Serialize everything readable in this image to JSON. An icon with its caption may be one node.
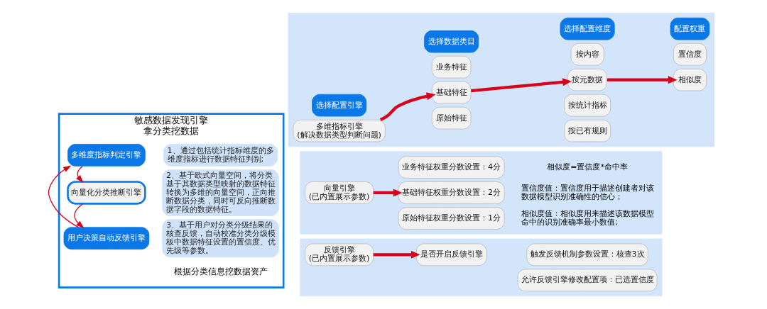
{
  "diagram": {
    "nodes": [
      {
        "text": [
          "敏感数据发现引擎",
          "拿分类挖数据",
          "根据分类信息挖数据资产"
        ]
      },
      {
        "text": [
          "多维度指标判定引擎"
        ],
        "in": 0
      },
      {
        "text": [
          "1、通过包括统计指标维度的多维度指标进行数据特征判别;"
        ],
        "in": 0
      },
      {
        "text": [
          "向量化分类推断引擎"
        ],
        "in": 0
      },
      {
        "text": [
          "2、基于欧式向量空间，将分类基于其数据类型映射的数据特征转换为多维的向量空间，正向推断数据分类，同时可反向推断数据字段的数据特征。"
        ],
        "in": 0
      },
      {
        "text": [
          "用户决策自动反馈引擎"
        ],
        "in": 0
      },
      {
        "text": [
          "3、基于用户对分类分级结果的核查反馈，自动校准分类分级模板中数据特征设置的置信度、优先级等参数。"
        ],
        "in": 0
      },
      {
        "text": [],
        "shape": "box"
      },
      {
        "text": [
          "选择配置引擎"
        ],
        "in": 7
      },
      {
        "text": [
          "多维指标引擎",
          "(解决数据类型判断问题)"
        ],
        "in": 7
      },
      {
        "text": [
          "选择数据类目"
        ],
        "in": 7
      },
      {
        "text": [
          "业务特征"
        ],
        "in": 7
      },
      {
        "text": [
          "基础特征"
        ],
        "in": 7
      },
      {
        "text": [
          "原始特征"
        ],
        "in": 7
      },
      {
        "text": [
          "选择配置维度"
        ],
        "in": 7
      },
      {
        "text": [
          "按内容"
        ],
        "in": 7
      },
      {
        "text": [
          "按元数据"
        ],
        "in": 7
      },
      {
        "text": [
          "按统计指标"
        ],
        "in": 7
      },
      {
        "text": [
          "按已有规则"
        ],
        "in": 7
      },
      {
        "text": [
          "配置权重"
        ],
        "in": 7
      },
      {
        "text": [
          "置信度"
        ],
        "in": 7
      },
      {
        "text": [
          "相似度"
        ],
        "in": 7
      },
      {
        "text": [],
        "shape": "box"
      },
      {
        "text": [
          "向量引擎",
          "(已内置展示参数)"
        ],
        "in": 22
      },
      {
        "text": [
          "业务特征权重分数设置：4分"
        ],
        "in": 22
      },
      {
        "text": [
          "基础特征权重分数设置：2分"
        ],
        "in": 22
      },
      {
        "text": [
          "原始特征权重分数设置：1分"
        ],
        "in": 22
      },
      {
        "text": [],
        "shape": "box"
      },
      {
        "text": [
          "反馈引擎",
          "(已内置展示参数)"
        ],
        "in": 27
      },
      {
        "text": [
          "是否开启反馈引擎"
        ],
        "in": 27
      },
      {
        "text": [
          "触发反馈机制参数设置：核查3次"
        ],
        "in": 27
      },
      {
        "text": [
          "允许反馈引擎修改配置项：已选置信度"
        ],
        "in": 27
      }
    ],
    "edges": [
      {
        "from": 1,
        "to": 3,
        "arrow": "to"
      },
      {
        "from": 3,
        "to": 5,
        "arrow": "to"
      },
      {
        "from": 5,
        "to": 1,
        "arrow": "to"
      },
      {
        "from": 9,
        "to": 12,
        "arrow": "to"
      },
      {
        "from": 12,
        "to": 16,
        "arrow": "to"
      },
      {
        "from": 16,
        "to": 21,
        "arrow": "to"
      },
      {
        "from": 23,
        "to": 25,
        "arrow": "to"
      },
      {
        "from": 28,
        "to": 29,
        "arrow": "to"
      }
    ],
    "labels": [
      "相似度=置信度*命中率",
      "置信度值：置信度用于描述创建者对该数据模型识别准确性的信心；",
      "相似度值：相似度用来描述该数据模型命中的识别准确率最小数值;"
    ]
  }
}
